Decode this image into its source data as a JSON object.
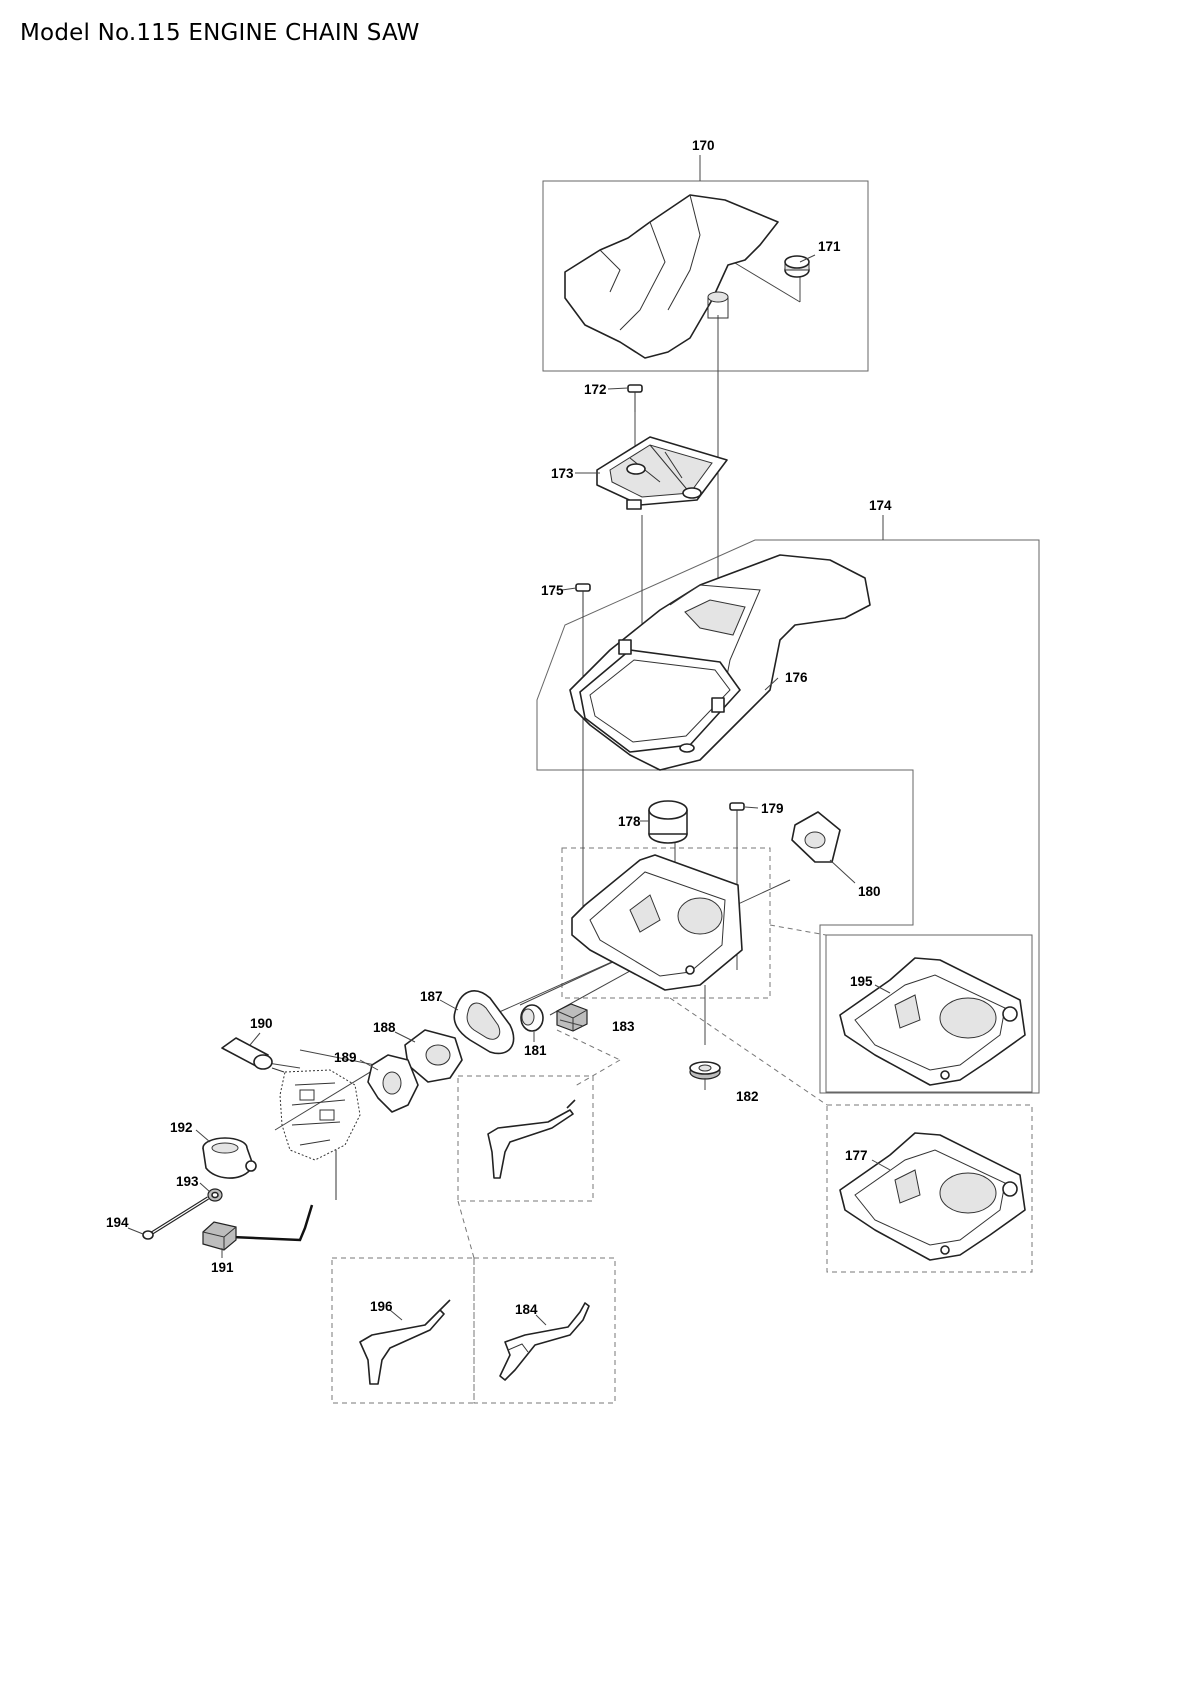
{
  "title": "Model No.115 ENGINE CHAIN SAW",
  "parts": {
    "p170": "170",
    "p171": "171",
    "p172": "172",
    "p173": "173",
    "p174": "174",
    "p175": "175",
    "p176": "176",
    "p177": "177",
    "p178": "178",
    "p179": "179",
    "p180": "180",
    "p181": "181",
    "p182": "182",
    "p183": "183",
    "p184": "184",
    "p187": "187",
    "p188": "188",
    "p189": "189",
    "p190": "190",
    "p191": "191",
    "p192": "192",
    "p193": "193",
    "p194": "194",
    "p195": "195",
    "p196": "196"
  }
}
